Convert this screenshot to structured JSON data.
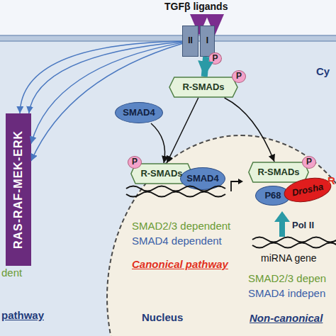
{
  "diagram": {
    "nodes": [
      {
        "text": [
          "II"
        ]
      },
      {
        "text": [
          "I"
        ]
      },
      {
        "text": [
          "P"
        ]
      },
      {
        "text": [
          "RAS-RAF-MEK-ERK"
        ]
      },
      {
        "text": [
          "R-SMADs"
        ]
      },
      {
        "text": [
          "P"
        ]
      },
      {
        "text": [
          "SMAD4"
        ]
      },
      {
        "text": [
          "Nucleus"
        ]
      },
      {
        "text": [
          "R-SMADs"
        ],
        "in": 7
      },
      {
        "text": [
          "P"
        ],
        "in": 7
      },
      {
        "text": [
          "SMAD4"
        ],
        "in": 7
      },
      {
        "text": [
          "R-SMADs"
        ],
        "in": 7
      },
      {
        "text": [
          "P"
        ],
        "in": 7
      },
      {
        "text": [
          "P68"
        ],
        "in": 7
      },
      {
        "text": [
          "Drosha"
        ],
        "in": 7
      }
    ],
    "edges": [
      {
        "from": 1,
        "to": 4,
        "arrow": "to"
      },
      {
        "from": 4,
        "to": 8,
        "arrow": "to"
      },
      {
        "from": 6,
        "to": 8,
        "arrow": "to"
      },
      {
        "from": 4,
        "to": 11,
        "arrow": "to"
      },
      {
        "from": 0,
        "to": 3,
        "arrow": "to"
      },
      {
        "from": 0,
        "to": 3,
        "arrow": "to"
      },
      {
        "from": 0,
        "to": 3,
        "arrow": "to"
      },
      {
        "from": 0,
        "to": 3,
        "arrow": "to"
      }
    ],
    "labels": [
      "TGFβ ligands",
      "Cy",
      "SMAD2/3 dependent",
      "SMAD4 dependent",
      "Canonical pathway",
      "R",
      "Pol II",
      "miRNA gene",
      "SMAD2/3 depen",
      "SMAD4 indepen",
      "Non-canonical",
      "dent",
      "pathway"
    ]
  }
}
